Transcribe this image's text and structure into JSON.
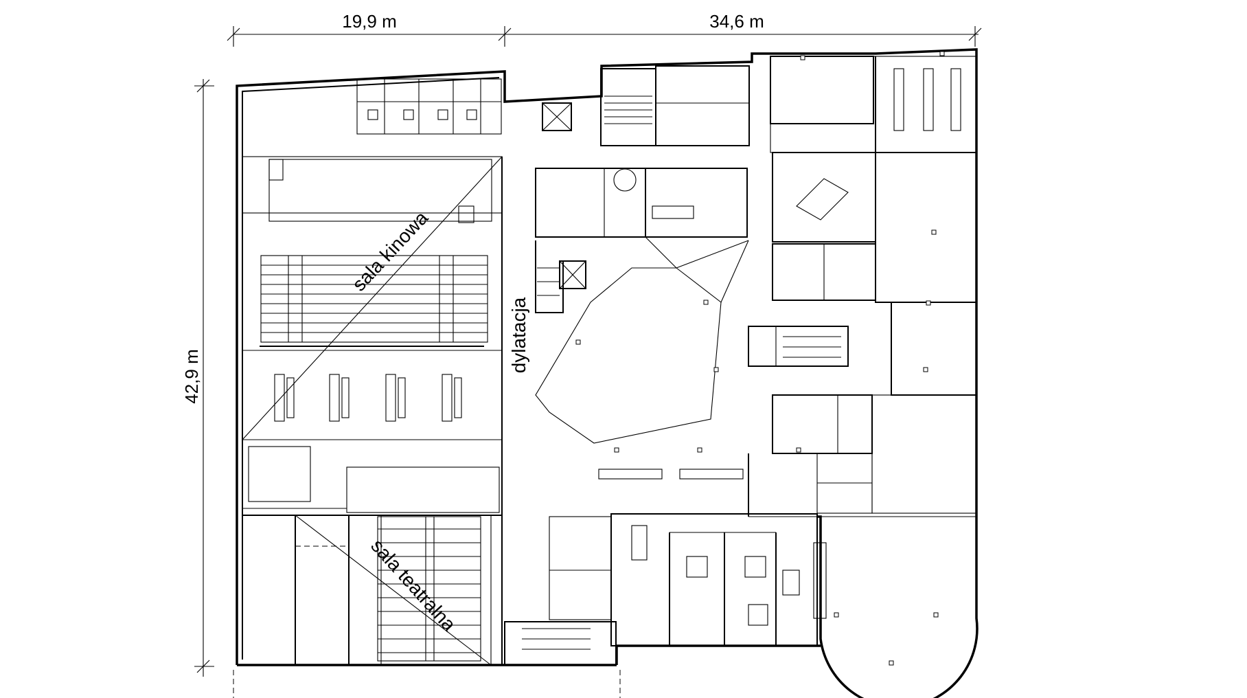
{
  "dimensions": {
    "top_left": "19,9 m",
    "top_right": "34,6 m",
    "left_height": "42,9 m"
  },
  "room_labels": {
    "cinema": "sala kinowa",
    "theatre": "sala teatralna",
    "expansion_joint": "dylatacja"
  },
  "colors": {
    "line": "#000000",
    "background": "#ffffff"
  }
}
